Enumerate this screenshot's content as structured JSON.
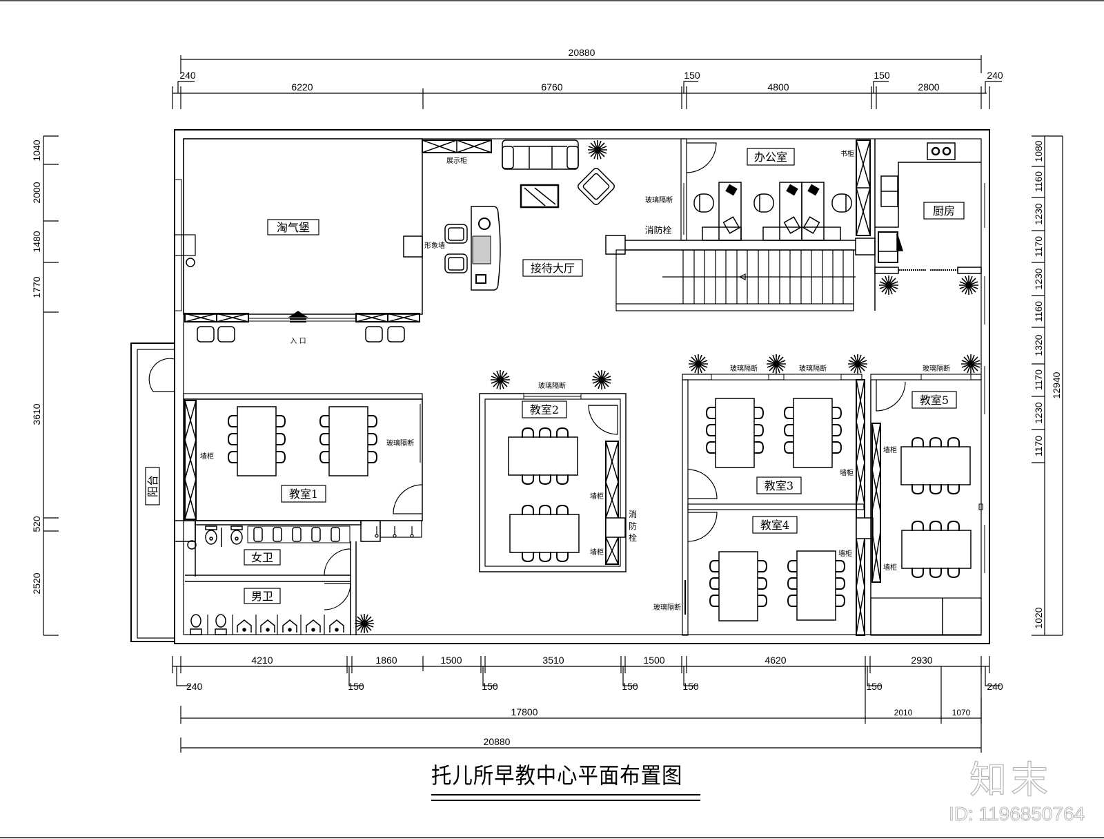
{
  "drawing": {
    "title": "托儿所早教中心平面布置图",
    "brand": "知末",
    "brand_id": "ID: 1196850764"
  },
  "dimensions": {
    "top_total": "20880",
    "top_segments": [
      "240",
      "6220",
      "6760",
      "150",
      "4800",
      "150",
      "2800",
      "240"
    ],
    "left_segments": [
      "1040",
      "2000",
      "1480",
      "1770",
      "3610",
      "520",
      "2520"
    ],
    "right_segments": [
      "1080",
      "1160",
      "1230",
      "1170",
      "1230",
      "1160",
      "1320",
      "1170",
      "1230",
      "1170",
      "1020"
    ],
    "right_total": "12940",
    "bottom_segments": [
      "240",
      "4210",
      "150",
      "1860",
      "1500",
      "150",
      "3510",
      "150",
      "1500",
      "150",
      "4620",
      "150",
      "2930",
      "240"
    ],
    "bottom_sub": [
      "17800",
      "2010",
      "1070"
    ],
    "bottom_total": "20880"
  },
  "rooms": {
    "taoqibao": "淘气堡",
    "reception": "接待大厅",
    "office": "办公室",
    "kitchen": "厨房",
    "classroom1": "教室1",
    "classroom2": "教室2",
    "classroom3": "教室3",
    "classroom4": "教室4",
    "classroom5": "教室5",
    "womens_wc": "女卫",
    "mens_wc": "男卫",
    "balcony": "阳台"
  },
  "labels": {
    "display_cabinet": "展示柜",
    "image_wall": "形象墙",
    "entrance": "入 口",
    "glass_partition": "玻璃隔断",
    "fire_hydrant": "消防栓",
    "bookcase": "书柜",
    "wall_cabinet": "墙柜",
    "fire_hydrant_vertical": [
      "消",
      "防",
      "栓"
    ]
  }
}
